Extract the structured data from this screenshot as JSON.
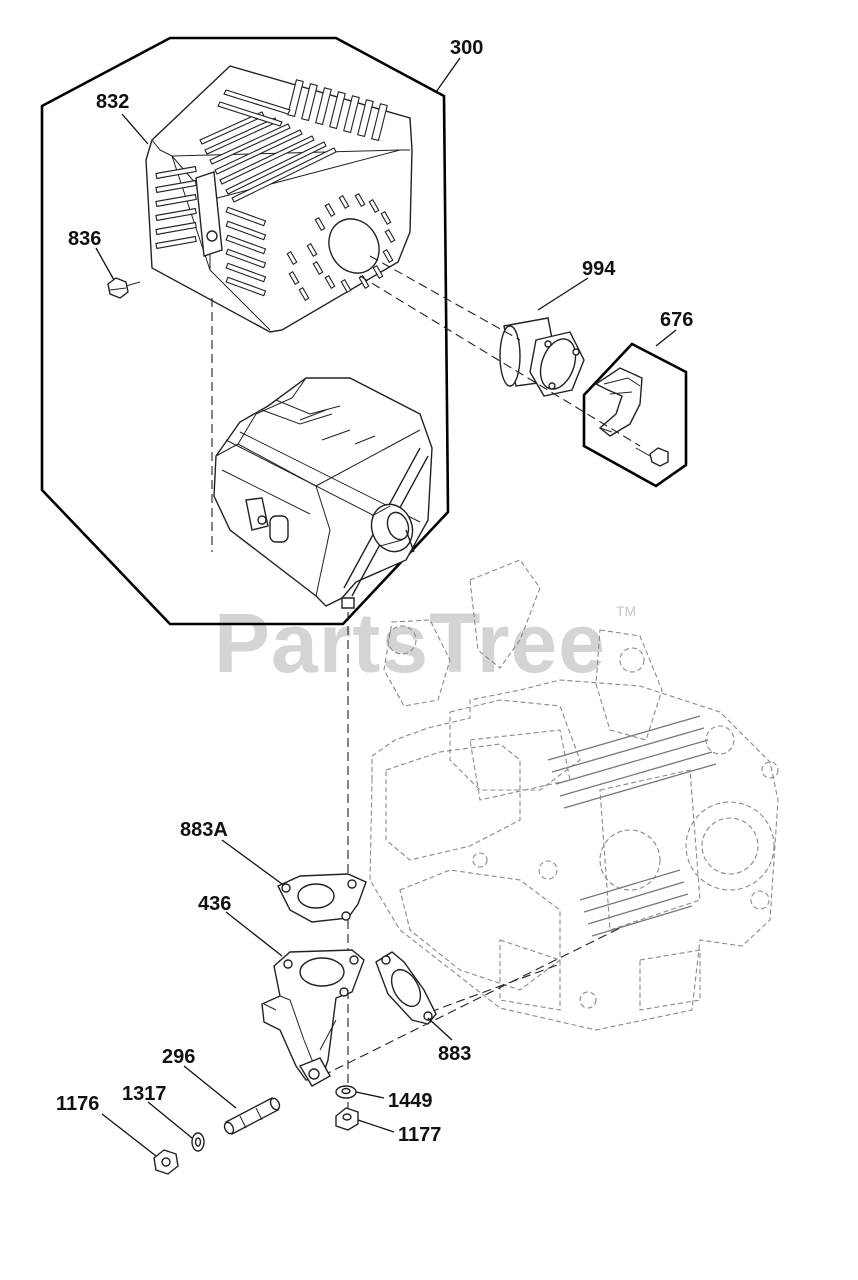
{
  "watermark": {
    "text": "PartsTree",
    "trademark": "TM"
  },
  "callouts": [
    {
      "id": "300",
      "label": "300"
    },
    {
      "id": "832",
      "label": "832"
    },
    {
      "id": "836",
      "label": "836"
    },
    {
      "id": "994",
      "label": "994"
    },
    {
      "id": "676",
      "label": "676"
    },
    {
      "id": "883A",
      "label": "883A"
    },
    {
      "id": "436",
      "label": "436"
    },
    {
      "id": "883",
      "label": "883"
    },
    {
      "id": "296",
      "label": "296"
    },
    {
      "id": "1317",
      "label": "1317"
    },
    {
      "id": "1176",
      "label": "1176"
    },
    {
      "id": "1449",
      "label": "1449"
    },
    {
      "id": "1177",
      "label": "1177"
    }
  ],
  "colors": {
    "line": "#222222",
    "watermark": "#d4d4d4",
    "engine": "#8a8a8a"
  }
}
